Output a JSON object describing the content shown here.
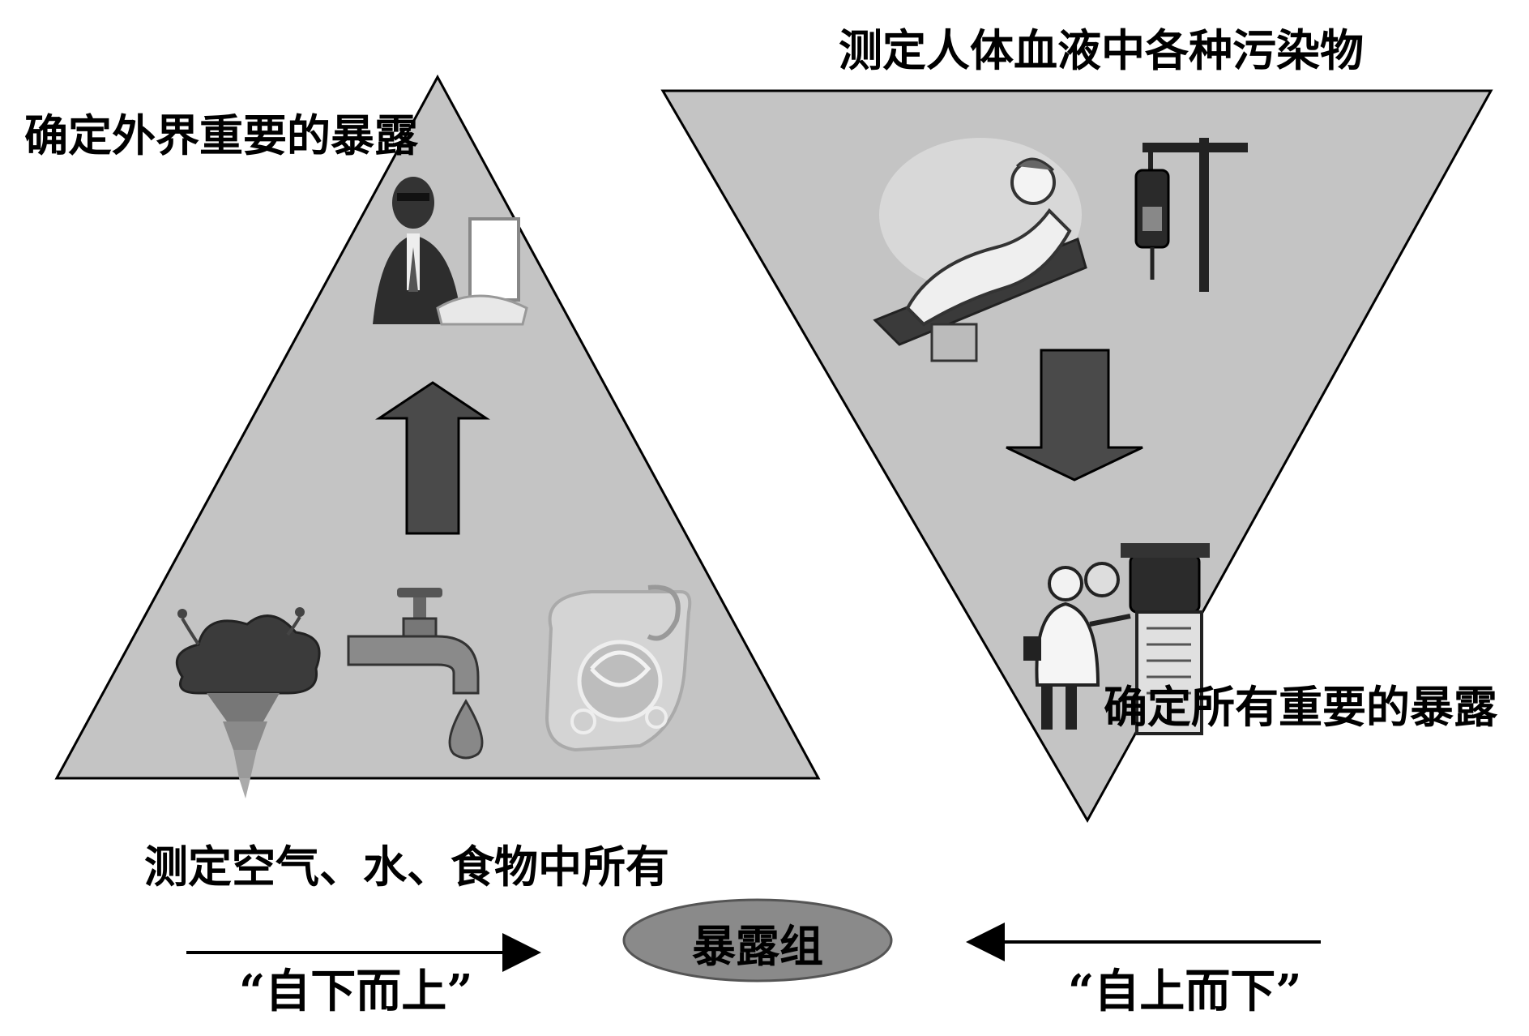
{
  "left_triangle": {
    "caption_top": "确定外界重要的暴露",
    "caption_bottom": "测定空气、水、食物中所有"
  },
  "right_triangle": {
    "caption_top": "测定人体血液中各种污染物",
    "caption_bottom": "确定所有重要的暴露"
  },
  "center": {
    "group_label": "暴露组"
  },
  "approaches": {
    "bottom_up": "“自下而上”",
    "top_down": "“自上而下”"
  },
  "colors": {
    "triangle_fill": "#c4c4c4",
    "arrow_fill": "#4a4a4a",
    "ellipse_fill": "#8a8a8a",
    "line": "#000000"
  },
  "icons": {
    "left_apex": "person-at-computer-icon",
    "left_base": [
      "storm-cloud-tornado-icon",
      "water-faucet-icon",
      "food-cornucopia-icon"
    ],
    "right_top": [
      "patient-on-bed-icon",
      "iv-drip-stand-icon"
    ],
    "right_apex": "doctor-with-equipment-icon"
  }
}
